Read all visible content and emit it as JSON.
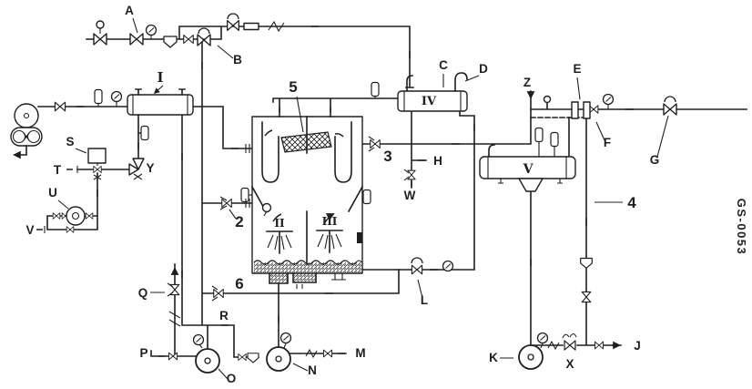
{
  "drawing": {
    "number": "GS-0053"
  },
  "equipment_numerals": {
    "I": "I",
    "II": "II",
    "III": "III",
    "IV": "IV",
    "V": "V"
  },
  "item_numbers": {
    "2": "2",
    "3": "3",
    "4": "4",
    "5": "5",
    "6": "6"
  },
  "stream_labels": {
    "A": "A",
    "B": "B",
    "C": "C",
    "D": "D",
    "E": "E",
    "F": "F",
    "G": "G",
    "H": "H",
    "J": "J",
    "K": "K",
    "L": "L",
    "M": "M",
    "N": "N",
    "O": "O",
    "P": "P",
    "Q": "Q",
    "R": "R",
    "S": "S",
    "T": "T",
    "U": "U",
    "V": "V",
    "W": "W",
    "X": "X",
    "Y": "Y",
    "Z": "Z"
  },
  "colors": {
    "ink": "#1f1f1f",
    "paper": "#ffffff"
  }
}
